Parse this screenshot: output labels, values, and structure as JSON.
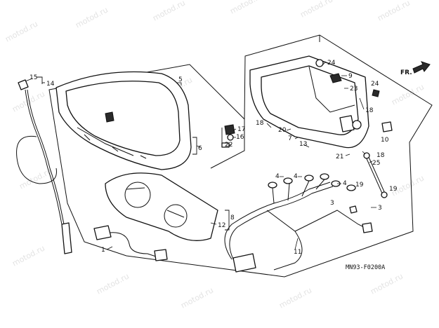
{
  "watermark": "motod.ru",
  "diagram_code": "MN93-F0200A",
  "front_marker": "FR.",
  "callouts": {
    "c15": "15",
    "c14": "14",
    "c5": "5",
    "c6": "6",
    "c17": "17",
    "c16": "16",
    "c22": "22",
    "c24a": "24",
    "c9": "9",
    "c23": "23",
    "c18a": "18",
    "c24b": "24",
    "c10": "10",
    "c18b": "18",
    "c20": "20",
    "c7": "7",
    "c13": "13",
    "c21": "21",
    "c18c": "18",
    "c25": "25",
    "c19a": "19",
    "c19b": "19",
    "c4a": "4",
    "c4b": "4",
    "c4c": "4",
    "c3a": "3",
    "c3b": "3",
    "c8": "8",
    "c12": "12",
    "c11": "11",
    "c1": "1"
  }
}
